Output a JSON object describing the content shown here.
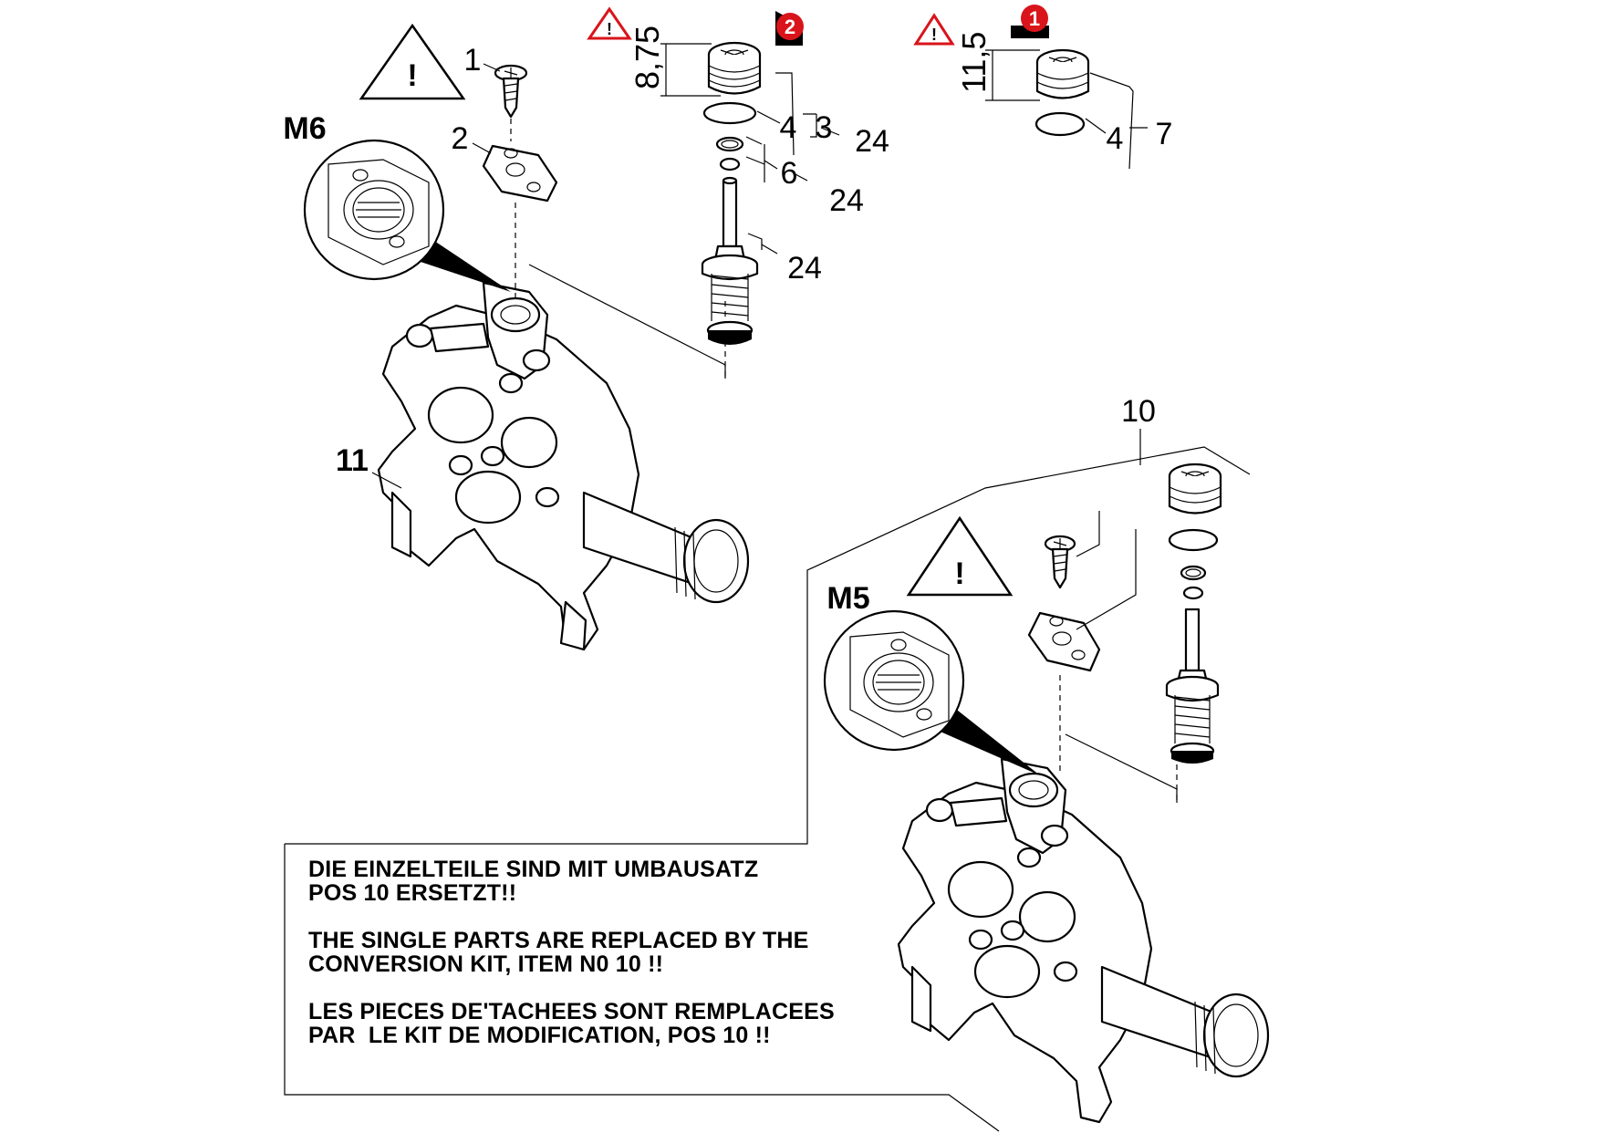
{
  "warnings": {
    "general_mark": "!",
    "badge_2": "2",
    "badge_1": "1"
  },
  "dimensions": {
    "variant_2": "8,75",
    "variant_1": "11,5"
  },
  "part_numbers": {
    "p1": "1",
    "p2": "2",
    "p3": "3",
    "p4_a": "4",
    "p4_b": "4",
    "p6": "6",
    "p7": "7",
    "p10": "10",
    "p11": "11",
    "p24_a": "24",
    "p24_b": "24",
    "p24_c": "24"
  },
  "thread_labels": {
    "upper": "M6",
    "lower": "M5"
  },
  "note": {
    "de_line1": "DIE EINZELTEILE SIND MIT UMBAUSATZ",
    "de_line2": "POS 10 ERSETZT!!",
    "en_line1": "THE SINGLE PARTS ARE REPLACED BY THE",
    "en_line2": "CONVERSION KIT, ITEM N0 10 !!",
    "fr_line1": "LES PIECES DE'TACHEES SONT REMPLACEES",
    "fr_line2": "PAR  LE KIT DE MODIFICATION, POS 10 !!"
  },
  "colors": {
    "line": "#000000",
    "badge_red": "#d9141a",
    "background": "#ffffff"
  }
}
